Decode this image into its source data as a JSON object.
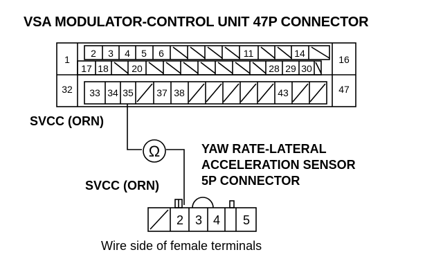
{
  "title": "VSA MODULATOR-CONTROL UNIT 47P CONNECTOR",
  "wires": {
    "upper_label": "SVCC (ORN)",
    "lower_label": "SVCC (ORN)"
  },
  "sensor": {
    "line1": "YAW RATE-LATERAL",
    "line2": "ACCELERATION SENSOR",
    "line3": "5P CONNECTOR"
  },
  "caption": "Wire side of female terminals",
  "symbols": {
    "resistance": "Ω"
  },
  "connector47": {
    "pins": {
      "p1": "1",
      "p2": "2",
      "p3": "3",
      "p4": "4",
      "p5": "5",
      "p6": "6",
      "p11": "11",
      "p14": "14",
      "p16": "16",
      "p17": "17",
      "p18": "18",
      "p20": "20",
      "p28": "28",
      "p29": "29",
      "p30": "30",
      "p32": "32",
      "p33": "33",
      "p34": "34",
      "p35": "35",
      "p37": "37",
      "p38": "38",
      "p43": "43",
      "p47": "47"
    }
  },
  "connector5": {
    "pins": {
      "p2": "2",
      "p3": "3",
      "p4": "4",
      "p5": "5"
    }
  }
}
